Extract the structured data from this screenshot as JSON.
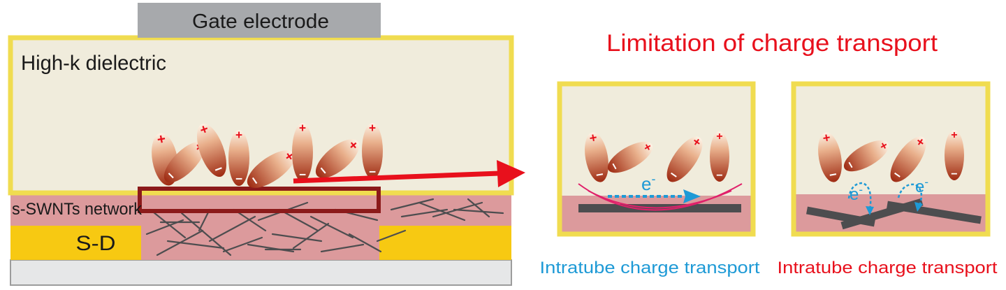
{
  "device": {
    "gate_label": "Gate electrode",
    "dielectric_label": "High-k dielectric",
    "network_label": "s-SWNTs network",
    "sd_label": "S-D"
  },
  "heading": "Limitation of charge transport",
  "carrier_label": "e",
  "carrier_sup": "-",
  "panels": [
    {
      "caption": "Intratube charge transport",
      "caption_color": "#1e9ad6"
    },
    {
      "caption": "Intratube charge transport",
      "caption_color": "#e8101c"
    }
  ],
  "colors": {
    "gate": "#a7a9ac",
    "dielectric": "#f0ecdc",
    "border": "#f0dc50",
    "network": "#dc9a9c",
    "sd": "#f7c912",
    "substrate": "#e6e7e8",
    "tube": "#4d4d4f",
    "charge": "#e8101c",
    "highlight": "#8b1a1a",
    "arrow": "#e8101c",
    "electron": "#1e9ad6",
    "field_line": "#e0206a"
  },
  "charge_symbols": {
    "plus": "+",
    "minus": "−"
  }
}
